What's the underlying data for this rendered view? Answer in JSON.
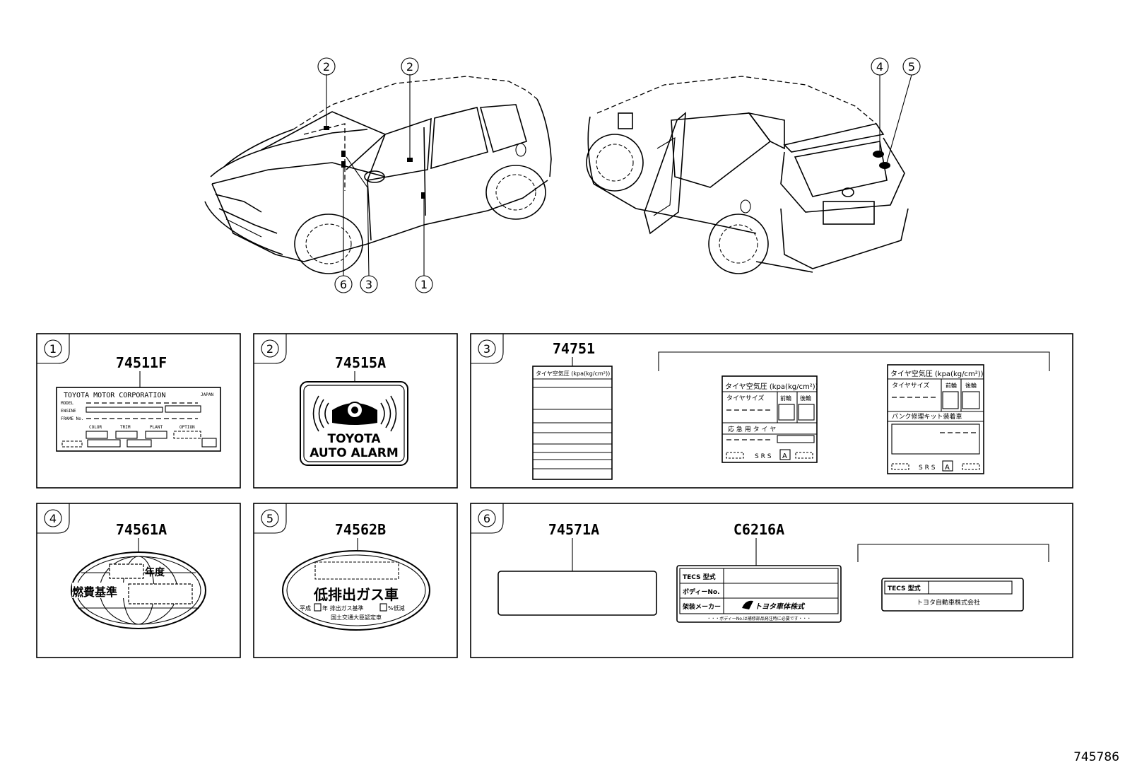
{
  "diagram_id": "745786",
  "callouts": [
    "1",
    "2",
    "3",
    "4",
    "5",
    "6"
  ],
  "panels": [
    {
      "index": "1",
      "parts": [
        "74511F"
      ]
    },
    {
      "index": "2",
      "parts": [
        "74515A"
      ]
    },
    {
      "index": "3",
      "parts": [
        "74751"
      ]
    },
    {
      "index": "4",
      "parts": [
        "74561A"
      ]
    },
    {
      "index": "5",
      "parts": [
        "74562B"
      ]
    },
    {
      "index": "6",
      "parts": [
        "74571A",
        "C6216A"
      ]
    }
  ],
  "label_74511F": {
    "maker": "TOYOTA MOTOR CORPORATION",
    "country": "JAPAN",
    "rows": [
      "MODEL",
      "ENGINE",
      "FRAME No."
    ],
    "fields": [
      "COLOR",
      "TRIM",
      "PLANT",
      "OPTION"
    ]
  },
  "label_74515A": {
    "line1": "TOYOTA",
    "line2": "AUTO ALARM"
  },
  "label_74751": {
    "title_a": "タイヤ空気圧 (kpa(kg/cm²))",
    "title_b": "タイヤ空気圧 (kpa(kg/cm²))",
    "title_c": "タイヤ空気圧 (kpa(kg/cm²))",
    "tire_size": "タイヤサイズ",
    "front": "前輪",
    "rear": "後輪",
    "spare": "応 急 用 タ イ ヤ",
    "puncture": "パンク修理キット装着車",
    "srs": "S R S",
    "a": "A"
  },
  "label_74561A": {
    "year": "年度",
    "standard": "燃費基準"
  },
  "label_74562B": {
    "title": "低排出ガス車",
    "line2a": "平成",
    "line2b": "年 排出ガス基準",
    "line2c": "%低減",
    "line3": "国土交通大臣認定車"
  },
  "label_C6216A": {
    "r1": "TECS 型式",
    "r2": "ボディーNo.",
    "r3": "架装メーカー",
    "brand": "トヨタ車体株式",
    "footer": "・・・ボディーNo.は補修部品発注時に必要です・・・"
  },
  "label_tecs": {
    "r1": "TECS 型式",
    "r2": "トヨタ自動車株式会社"
  }
}
